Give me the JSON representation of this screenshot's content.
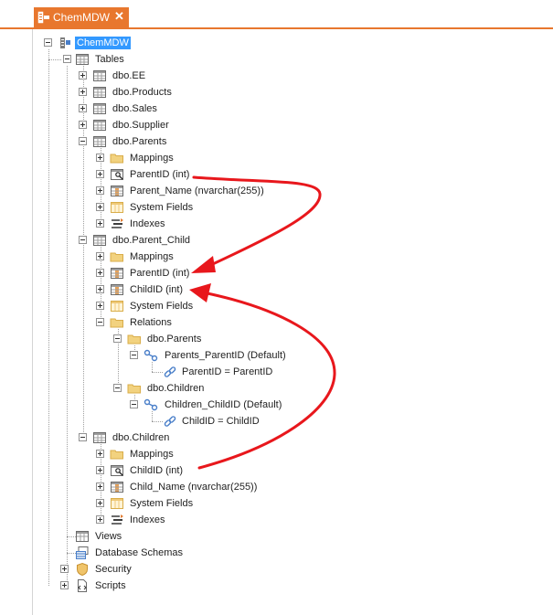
{
  "tab": {
    "title": "ChemMDW",
    "close": "✕"
  },
  "tree": {
    "root": "ChemMDW",
    "tables": "Tables",
    "ee": "dbo.EE",
    "products": "dbo.Products",
    "sales": "dbo.Sales",
    "supplier": "dbo.Supplier",
    "parents": {
      "name": "dbo.Parents",
      "mappings": "Mappings",
      "parent_id": "ParentID (int)",
      "parent_name": "Parent_Name (nvarchar(255))",
      "system_fields": "System Fields",
      "indexes": "Indexes"
    },
    "parent_child": {
      "name": "dbo.Parent_Child",
      "mappings": "Mappings",
      "parent_id": "ParentID (int)",
      "child_id": "ChildID (int)",
      "system_fields": "System Fields",
      "relations": "Relations",
      "rel_parents": "dbo.Parents",
      "rel_parents_key": "Parents_ParentID (Default)",
      "rel_parents_cond": "ParentID = ParentID",
      "rel_children": "dbo.Children",
      "rel_children_key": "Children_ChildID (Default)",
      "rel_children_cond": "ChildID = ChildID"
    },
    "children": {
      "name": "dbo.Children",
      "mappings": "Mappings",
      "child_id": "ChildID (int)",
      "child_name": "Child_Name (nvarchar(255))",
      "system_fields": "System Fields",
      "indexes": "Indexes"
    },
    "views": "Views",
    "schemas": "Database Schemas",
    "security": "Security",
    "scripts": "Scripts"
  },
  "colors": {
    "accent": "#e8772e",
    "selection": "#3399ff",
    "arrow": "#e8171c"
  }
}
